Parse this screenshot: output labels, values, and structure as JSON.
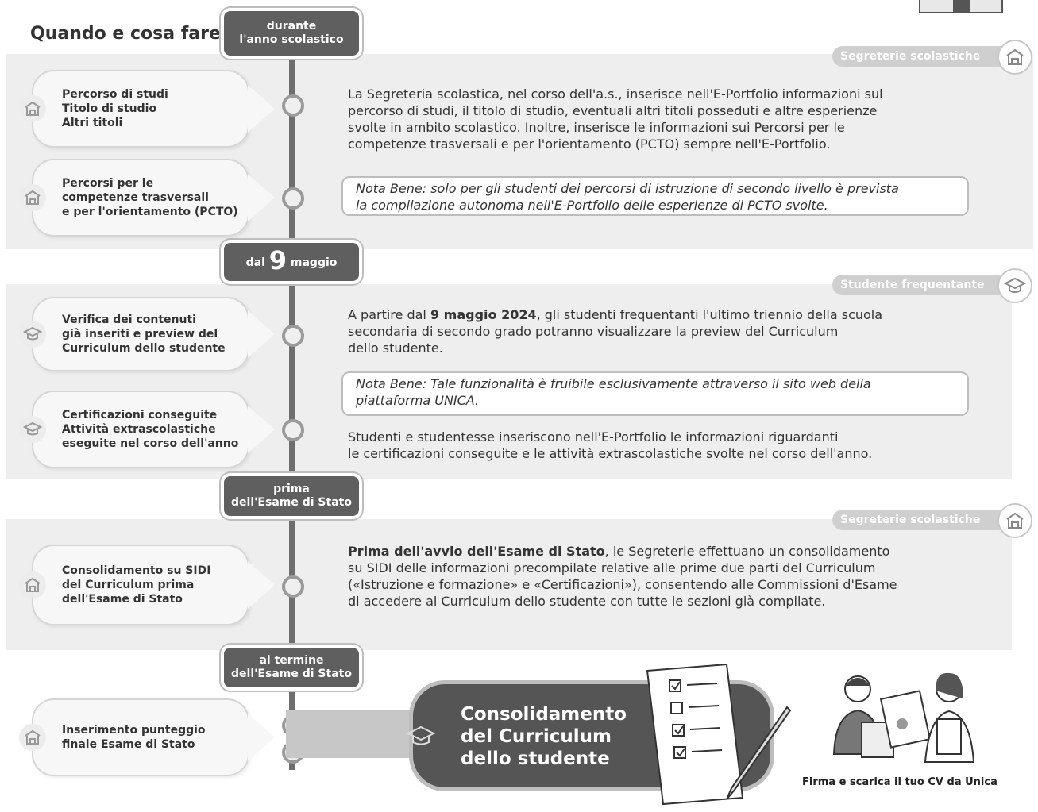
{
  "title": "Quando e cosa fare",
  "phases": [
    {
      "lines": [
        "durante",
        "l'anno scolastico"
      ]
    },
    {
      "prefix": "dal",
      "number": "9",
      "suffix": "maggio"
    },
    {
      "lines": [
        "prima",
        "dell'Esame di Stato"
      ]
    },
    {
      "lines": [
        "al termine",
        "dell'Esame di Stato"
      ]
    }
  ],
  "roles": [
    "Segreterie scolastiche",
    "Studente frequentante",
    "Segreterie scolastiche"
  ],
  "steps": [
    {
      "lines": [
        "Percorso di studi",
        "Titolo di studio",
        "Altri titoli"
      ],
      "icon": "school-icon"
    },
    {
      "lines": [
        "Percorsi per le",
        "competenze trasversali",
        "e per l'orientamento (PCTO)"
      ],
      "icon": "school-icon"
    },
    {
      "lines": [
        "Verifica dei contenuti",
        "già inseriti e preview del",
        "Curriculum dello studente"
      ],
      "icon": "graduation-cap-icon"
    },
    {
      "lines": [
        "Certificazioni conseguite",
        "Attività extrascolastiche",
        "eseguite nel corso dell'anno"
      ],
      "icon": "graduation-cap-icon"
    },
    {
      "lines": [
        "Consolidamento su SIDI",
        "del Curriculum prima",
        "dell'Esame di Stato"
      ],
      "icon": "school-icon"
    },
    {
      "lines": [
        "Inserimento punteggio",
        "finale Esame di Stato"
      ],
      "icon": "school-icon"
    }
  ],
  "paragraphs": {
    "p1": [
      "La Segreteria scolastica, nel corso dell'a.s., inserisce nell'E-Portfolio informazioni sul",
      "percorso di studi, il titolo di studio, eventuali altri titoli posseduti e altre esperienze",
      "svolte in ambito scolastico. Inoltre, inserisce le informazioni sui Percorsi per le",
      "competenze trasversali e per l'orientamento (PCTO) sempre nell'E-Portfolio."
    ],
    "note1": [
      "Nota Bene: solo per gli studenti dei percorsi di istruzione di secondo livello è prevista",
      "la compilazione autonoma nell'E-Portfolio delle esperienze di PCTO svolte."
    ],
    "p2_lead": "A partire dal ",
    "p2_bold": "9 maggio 2024",
    "p2_rest": ", gli studenti frequentanti l'ultimo triennio della scuola",
    "p2_lines": [
      "secondaria di secondo grado potranno visualizzare la preview del Curriculum",
      "dello studente."
    ],
    "note2": [
      "Nota Bene: Tale funzionalità è fruibile esclusivamente attraverso il sito web della",
      "piattaforma UNICA."
    ],
    "p3": [
      "Studenti e studentesse inseriscono nell'E-Portfolio le informazioni riguardanti",
      "le certificazioni conseguite e le attività extrascolastiche svolte nel corso dell'anno."
    ],
    "p4_bold": "Prima dell'avvio dell'Esame di Stato",
    "p4_rest": ", le Segreterie effettuano un consolidamento",
    "p4_lines": [
      "su SIDI delle informazioni precompilate relative alle prime due parti del Curriculum",
      "(«Istruzione e formazione» e «Certificazioni»), consentendo alle Commissioni d'Esame",
      "di accedere al Curriculum dello studente con tutte le sezioni già compilate."
    ]
  },
  "banner": {
    "lines": [
      "Consolidamento",
      "del Curriculum",
      "dello studente"
    ]
  },
  "caption": "Firma e scarica il tuo CV da Unica"
}
